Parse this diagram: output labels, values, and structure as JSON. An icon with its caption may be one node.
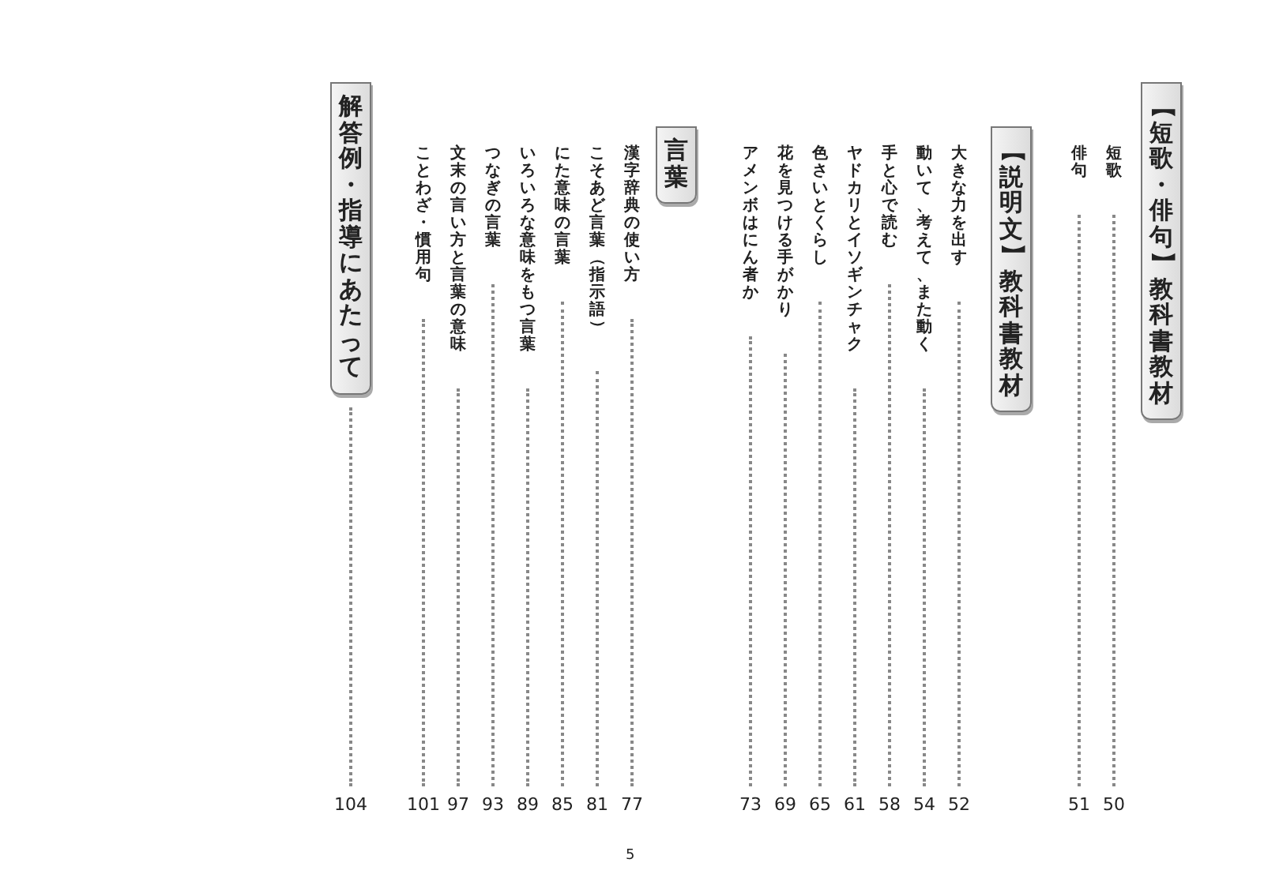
{
  "diagram": {
    "nodes": [
      {
        "text": [
          "【短歌・俳句】教科書教材"
        ]
      },
      {
        "text": [
          "【説明文】教科書教材"
        ]
      },
      {
        "text": [
          "言葉"
        ]
      },
      {
        "text": [
          "解答例・指導にあたって"
        ]
      }
    ],
    "labels": [
      "短歌",
      "50",
      "俳句",
      "51",
      "大きな力を出す",
      "52",
      "動いて、考えて、また動く",
      "54",
      "手と心で読む",
      "58",
      "ヤドカリとイソギンチャク",
      "61",
      "色さいとくらし",
      "65",
      "花を見つける手がかり",
      "69",
      "アメンボはにん者か",
      "73",
      "漢字辞典の使い方",
      "77",
      "こそあど言葉（指示語）",
      "81",
      "にた意味の言葉",
      "85",
      "いろいろな意味をもつ言葉",
      "89",
      "つなぎの言葉",
      "93",
      "文末の言い方と言葉の意味",
      "97",
      "ことわざ・慣用句",
      "101",
      "104",
      "5"
    ]
  }
}
